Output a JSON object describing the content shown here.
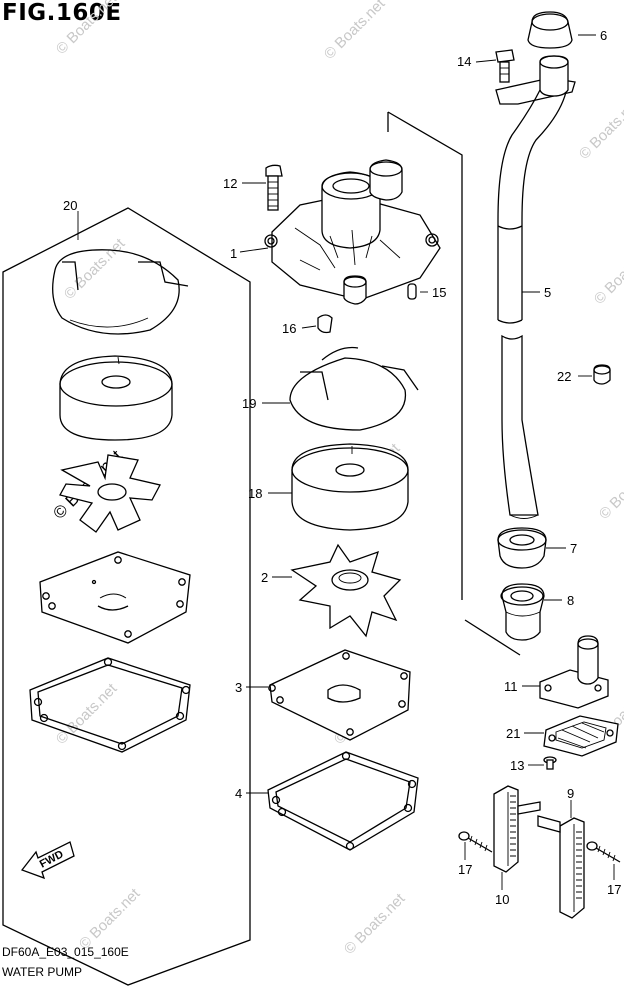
{
  "figure": {
    "title": "FIG.160E",
    "code": "DF60A_E03_015_160E",
    "name": "WATER PUMP"
  },
  "watermark": {
    "text": "© Boats.net"
  },
  "fwd_label": "FWD",
  "callouts": {
    "c1": "1",
    "c2": "2",
    "c3": "3",
    "c4": "4",
    "c5": "5",
    "c6": "6",
    "c7": "7",
    "c8": "8",
    "c9": "9",
    "c10": "10",
    "c11": "11",
    "c12": "12",
    "c13": "13",
    "c14": "14",
    "c15": "15",
    "c16": "16",
    "c17a": "17",
    "c17b": "17",
    "c18": "18",
    "c19": "19",
    "c20": "20",
    "c21": "21",
    "c22": "22"
  }
}
